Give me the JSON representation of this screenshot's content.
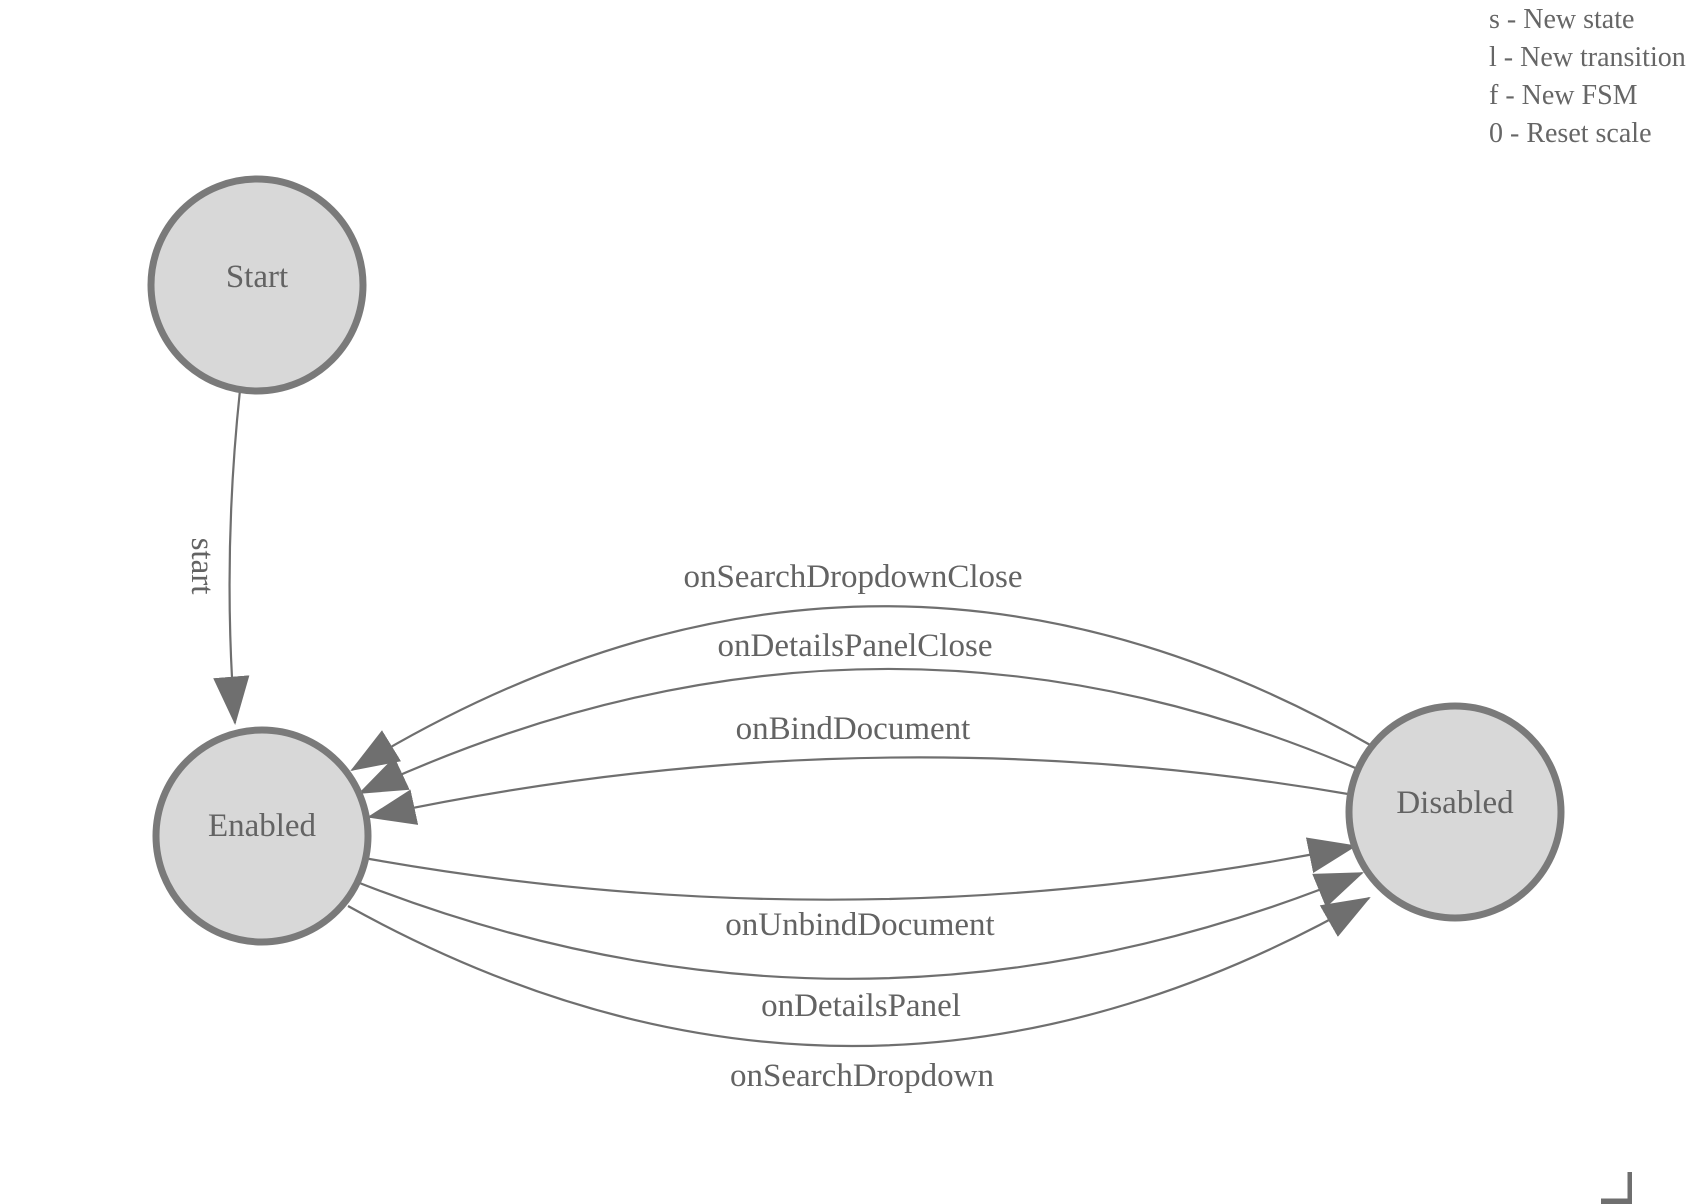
{
  "diagram": {
    "kind": "finite-state-machine",
    "states": [
      {
        "label": "Start"
      },
      {
        "label": "Enabled"
      },
      {
        "label": "Disabled"
      }
    ],
    "transitions": [
      {
        "label": "start",
        "from": "Start",
        "to": "Enabled"
      },
      {
        "label": "onSearchDropdownClose",
        "from": "Disabled",
        "to": "Enabled"
      },
      {
        "label": "onDetailsPanelClose",
        "from": "Disabled",
        "to": "Enabled"
      },
      {
        "label": "onBindDocument",
        "from": "Disabled",
        "to": "Enabled"
      },
      {
        "label": "onUnbindDocument",
        "from": "Enabled",
        "to": "Disabled"
      },
      {
        "label": "onDetailsPanel",
        "from": "Enabled",
        "to": "Disabled"
      },
      {
        "label": "onSearchDropdown",
        "from": "Enabled",
        "to": "Disabled"
      }
    ],
    "colors": {
      "state_fill": "#d8d8d8",
      "state_stroke": "#7a7a7a",
      "edge_stroke": "#6f6f6f",
      "label_text": "#636363",
      "legend_text": "#666666",
      "background": "#ffffff"
    }
  },
  "legend": {
    "shortcut_lines": [
      "s - New state",
      "l - New transition",
      "f - New FSM",
      "0 - Reset scale"
    ]
  }
}
